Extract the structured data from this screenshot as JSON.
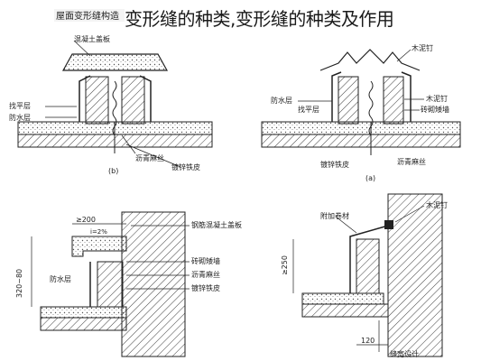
{
  "page": {
    "title": "变形缝的种类,变形缝的种类及作用",
    "faded_header": "屋面变形缝构造"
  },
  "diagram_b": {
    "caption": "(b)",
    "labels": {
      "cap": "混凝土盖板",
      "roof_layer": "找平层",
      "waterproof": "防水层",
      "asphalt": "沥青麻丝",
      "steel": "镀锌铁皮"
    }
  },
  "diagram_a": {
    "caption": "(a)",
    "labels": {
      "wood": "木泥钉",
      "masonry": "砖砌矮墙",
      "waterproof": "防水层",
      "roof_layer": "找平层",
      "asphalt": "沥青麻丝",
      "steel": "镀锌铁皮"
    }
  },
  "diagram_c": {
    "labels": {
      "dim_top": "≥200",
      "cap_plate": "钢筋混凝土盖板",
      "small_wall": "砖砌矮墙",
      "asphalt": "沥青麻丝",
      "steel": "镀锌铁皮",
      "dim_side": "320~80",
      "waterproof": "防水层",
      "ratio": "i=2%"
    }
  },
  "diagram_d": {
    "labels": {
      "wood": "木泥钉",
      "flashing": "附加卷材",
      "dim_side": "≥250",
      "dim_bottom": "120",
      "design": "缝宽设计"
    }
  },
  "colors": {
    "line": "#222222",
    "hatch": "#444444",
    "fill_light": "#e8e8e8",
    "fill_concrete": "#d9d9d9"
  }
}
